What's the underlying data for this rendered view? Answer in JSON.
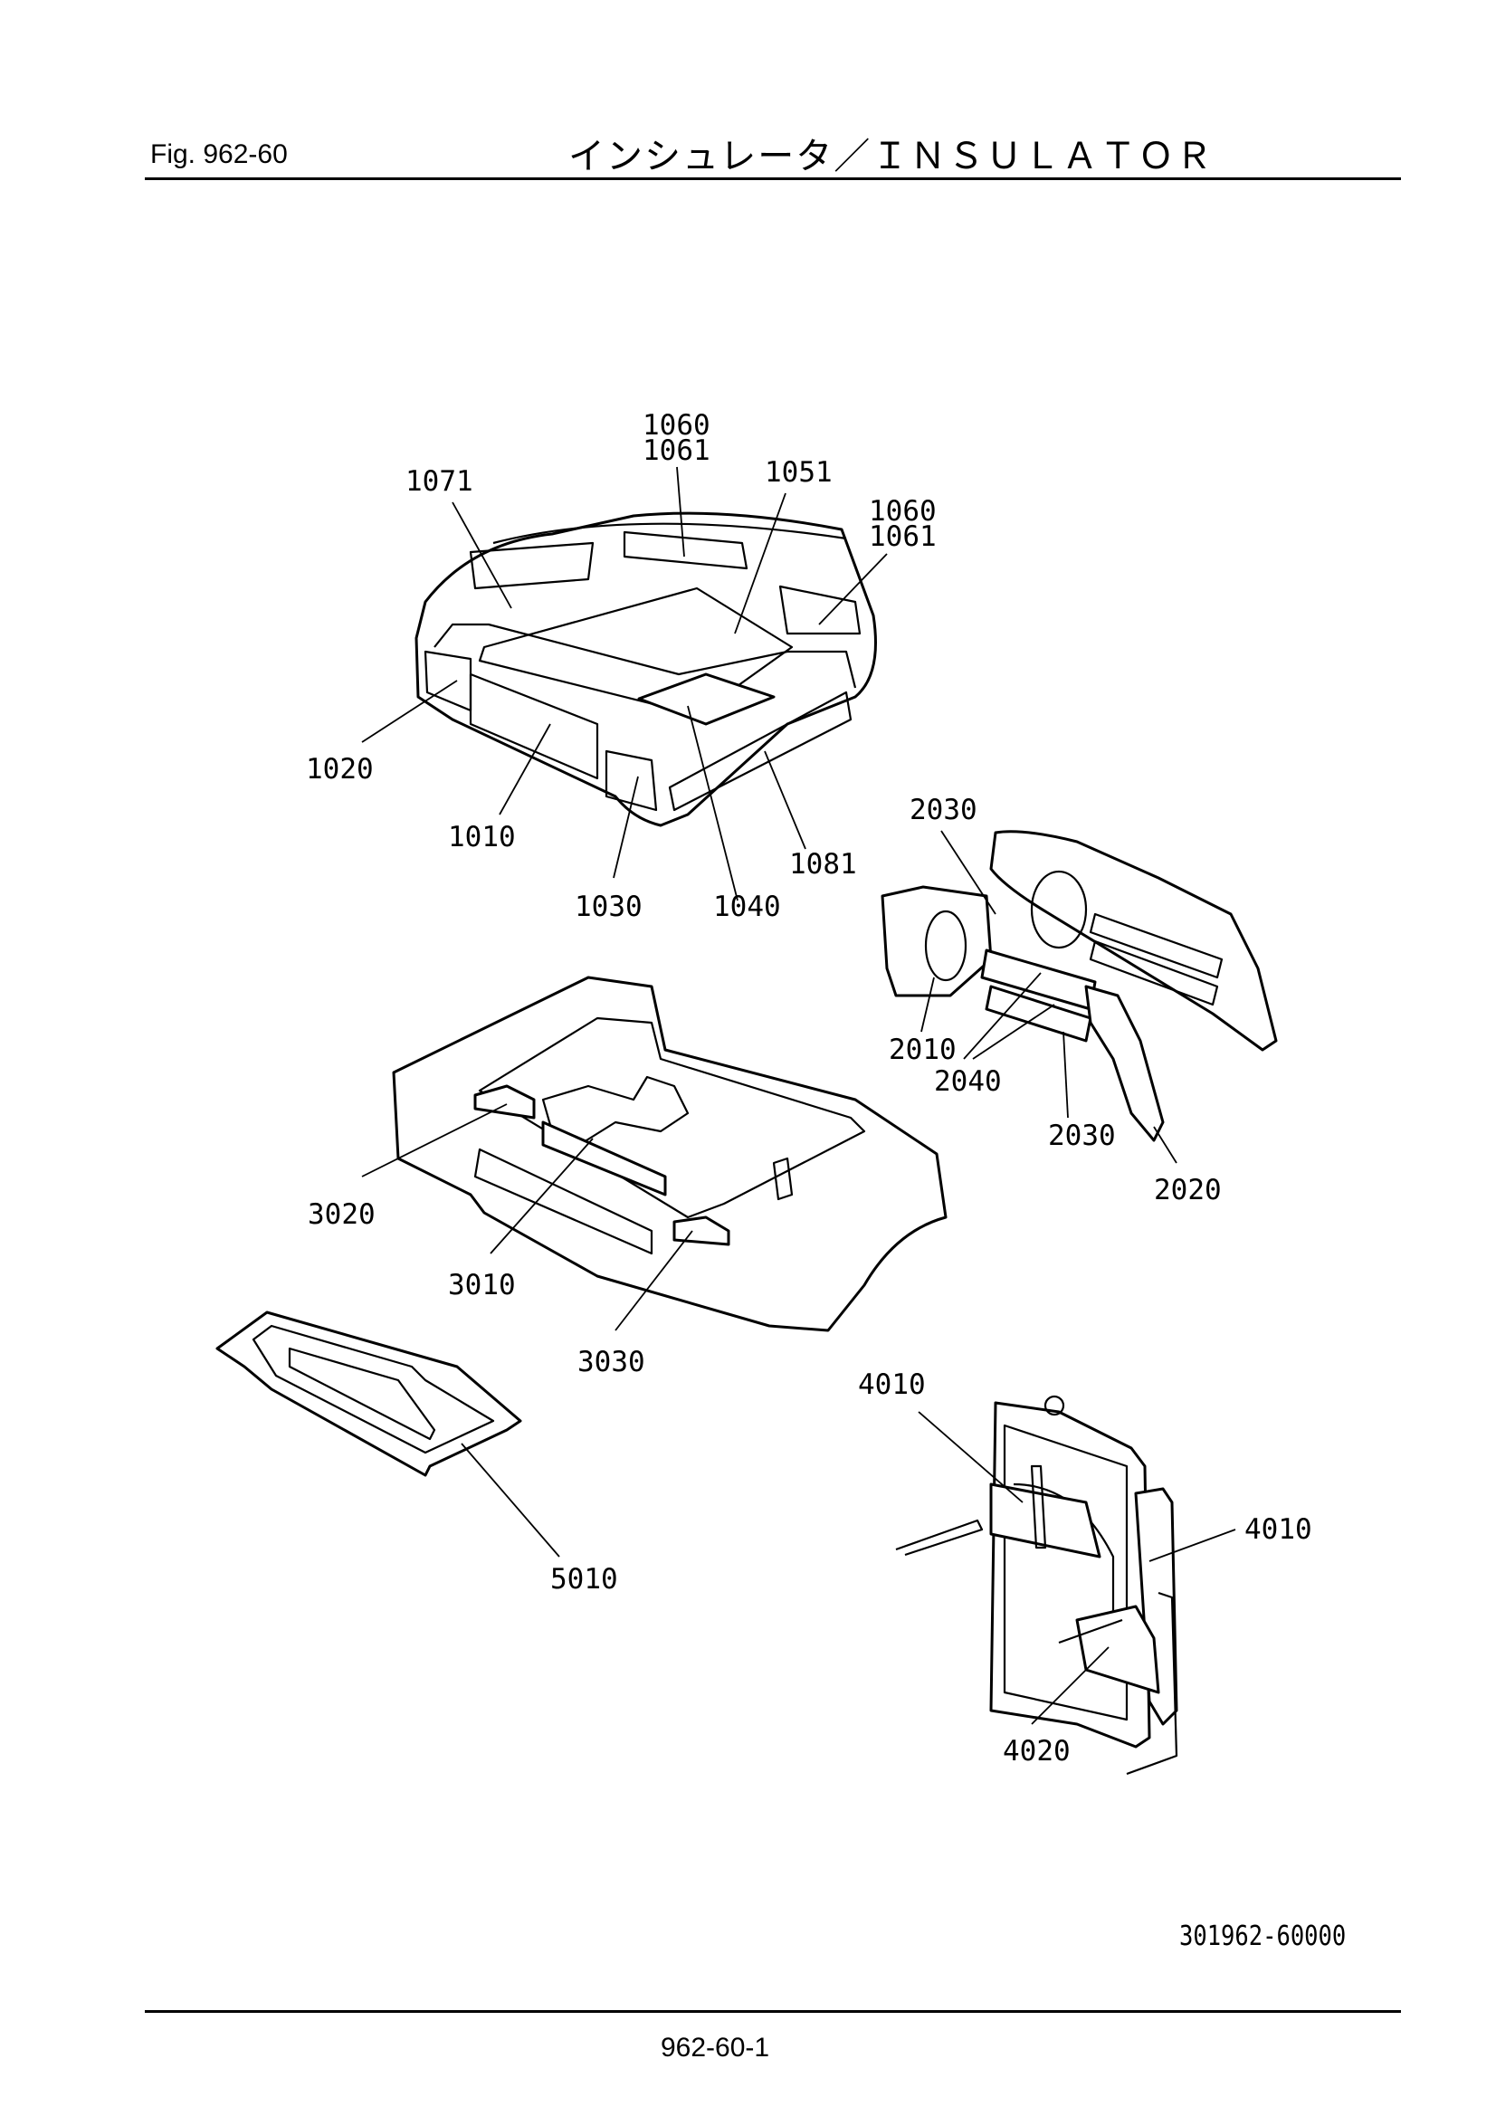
{
  "header": {
    "figure_label": "Fig.  962-60",
    "title": "インシュレータ／ＩＮＳＵＬＡＴＯＲ"
  },
  "footer": {
    "document_number": "301962-60000",
    "page_number": "962-60-1"
  },
  "callouts": {
    "p1060a": "1060",
    "p1061a": "1061",
    "p1071": "1071",
    "p1051": "1051",
    "p1060b": "1060",
    "p1061b": "1061",
    "p1020": "1020",
    "p1010": "1010",
    "p1030": "1030",
    "p1040": "1040",
    "p1081": "1081",
    "p2030a": "2030",
    "p2010": "2010",
    "p2040": "2040",
    "p2030b": "2030",
    "p2020": "2020",
    "p3020": "3020",
    "p3010": "3010",
    "p3030": "3030",
    "p4010a": "4010",
    "p4010b": "4010",
    "p4020": "4020",
    "p5010": "5010"
  }
}
